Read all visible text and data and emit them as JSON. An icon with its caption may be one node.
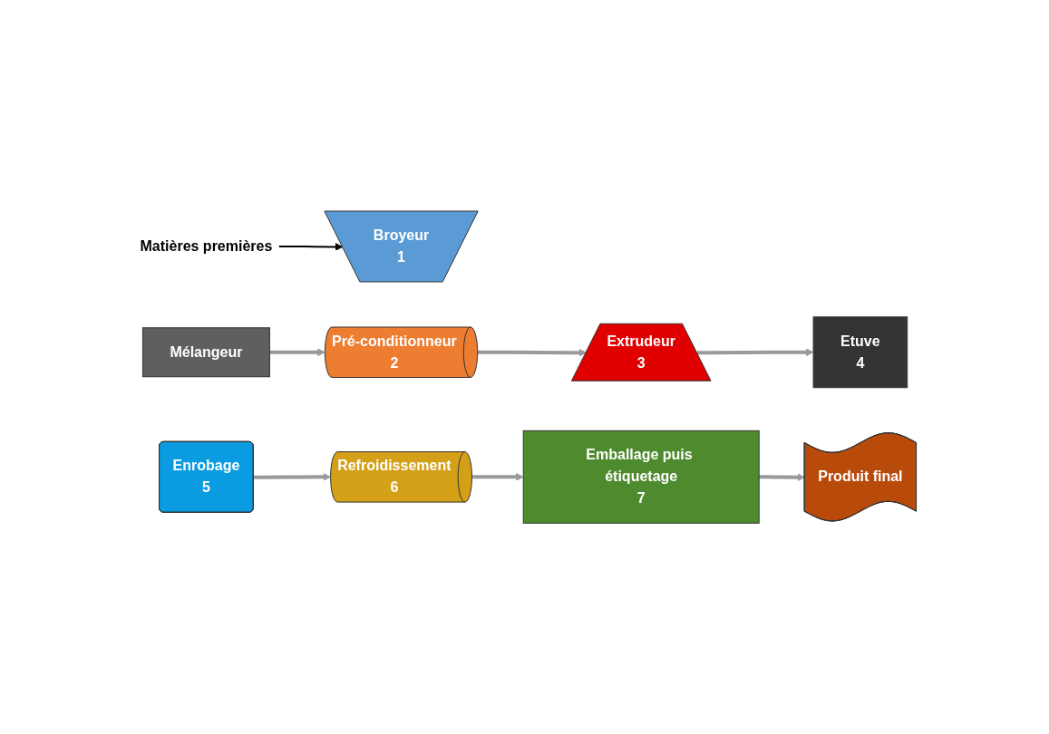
{
  "diagram": {
    "nodes": [
      {
        "text": [
          "Matières premières"
        ]
      },
      {
        "text": [
          "Broyeur",
          "1"
        ]
      },
      {
        "text": [
          "Mélangeur"
        ]
      },
      {
        "text": [
          "Pré-conditionneur",
          "2"
        ]
      },
      {
        "text": [
          "Extrudeur",
          "3"
        ]
      },
      {
        "text": [
          "Etuve",
          "4"
        ]
      },
      {
        "text": [
          "Enrobage",
          "5"
        ]
      },
      {
        "text": [
          "Refroidissement",
          "6"
        ]
      },
      {
        "text": [
          "Emballage puis étiquetage",
          "7"
        ]
      },
      {
        "text": [
          "Produit final"
        ]
      }
    ],
    "edges": [
      {
        "from": 0,
        "to": 1,
        "arrow": "to",
        "color": "#000000"
      },
      {
        "from": 2,
        "to": 3,
        "arrow": "to"
      },
      {
        "from": 3,
        "to": 4,
        "arrow": "to"
      },
      {
        "from": 4,
        "to": 5,
        "arrow": "to"
      },
      {
        "from": 6,
        "to": 7,
        "arrow": "to"
      },
      {
        "from": 7,
        "to": 8,
        "arrow": "to"
      },
      {
        "from": 8,
        "to": 9,
        "arrow": "to"
      }
    ]
  }
}
